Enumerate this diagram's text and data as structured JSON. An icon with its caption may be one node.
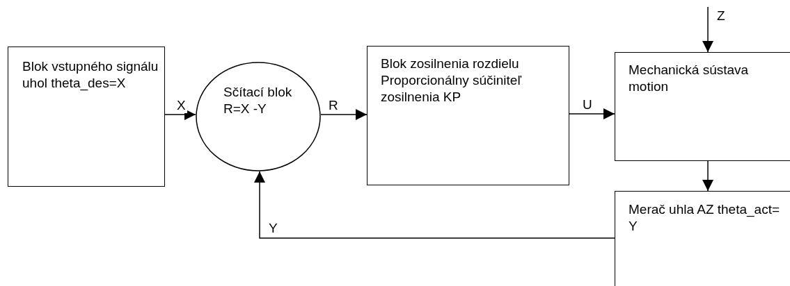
{
  "diagram": {
    "nodes": [
      {
        "text": [
          "Blok vstupného signálu uhol theta_des=X"
        ]
      },
      {
        "text": [
          "Sčítací blok R=X -Y"
        ]
      },
      {
        "text": [
          "Blok zosilnenia rozdielu Proporcionálny súčiniteľ zosilnenia KP"
        ]
      },
      {
        "text": [
          "Mechanická sústava motion"
        ]
      },
      {
        "text": [
          "Merač uhla AZ theta_act= Y"
        ]
      }
    ],
    "edges": [
      {
        "from": 0,
        "to": 1,
        "arrow": "to",
        "label": "X"
      },
      {
        "from": 1,
        "to": 2,
        "arrow": "to",
        "label": "R"
      },
      {
        "from": 2,
        "to": 3,
        "arrow": "to",
        "label": "U"
      },
      {
        "from": null,
        "to": 3,
        "arrow": "to",
        "label": "Z"
      },
      {
        "from": 3,
        "to": 4,
        "arrow": "to"
      },
      {
        "from": 4,
        "to": 1,
        "arrow": "to",
        "label": "Y"
      }
    ]
  }
}
